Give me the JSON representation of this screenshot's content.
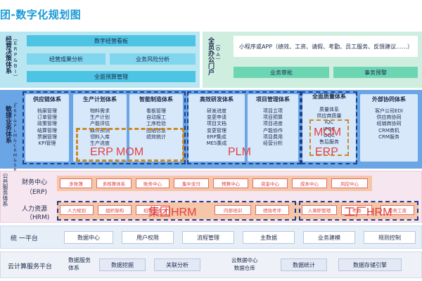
{
  "title": "团-数字化规划图",
  "decision_system": {
    "label": "经营决策体系",
    "sub": "（ERP&BI）",
    "top": "数字经营看板",
    "left": "经营成果分析",
    "right": "业务风险分析",
    "bottom": "全面预算管理"
  },
  "oa_system": {
    "label": "全员办公门户",
    "sub": "（OA）",
    "desc": "小程序或APP（绩效、工资、请假、考勤、员工服务、反馈建议……）",
    "btn1": "业务审批",
    "btn2": "事务预警"
  },
  "agile_system": {
    "label": "敏捷业务体系",
    "sub": "（ERP&PLM&CRM&SRM）",
    "cols": [
      {
        "title": "供应链体系",
        "items": [
          "档案管理",
          "订单管理",
          "政策管理",
          "结算管理",
          "票据管理",
          "KPI管理"
        ]
      },
      {
        "title": "生产计划体系",
        "items": [
          "物料需求",
          "生产计划",
          "产能评估",
          "缺件预测",
          "领料入库",
          "生产进度"
        ]
      },
      {
        "title": "智能制造体系",
        "items": [
          "看板管理",
          "自动报工",
          "工序检验",
          "图纸信息",
          "绩效统计"
        ]
      },
      {
        "title": "高效研发体系",
        "items": [
          "研发进度",
          "变更申请",
          "项目文档",
          "变更管理",
          "ERP集成",
          "MES集成"
        ]
      },
      {
        "title": "项目管理体系",
        "items": [
          "项目立项",
          "项目预算",
          "项目进度",
          "产能协作",
          "项目费用",
          "经营分析"
        ]
      },
      {
        "title": "全面质量体系",
        "items": [
          "质量体系",
          "供应商质量",
          "IQC",
          "IPQC",
          "OQC",
          "售后服务"
        ]
      },
      {
        "title": "外部协同体系",
        "items": [
          "客户公司EDI",
          "供应商协同",
          "经销商协同",
          "CRM商机",
          "CRM服务"
        ]
      }
    ],
    "overlay_erp_mom": "ERP MOM",
    "overlay_plm": "PLM",
    "overlay_mom": "MOM",
    "overlay_erp": "ERP"
  },
  "public_service": {
    "label": "公共服务体系",
    "finance_label": "财务中心",
    "finance_sub": "（ERP)",
    "finance_items": [
      "多账簿",
      "多核算体系",
      "账务中心",
      "集中支付",
      "预算中心",
      "资金中心",
      "成本中心",
      "风控中心"
    ],
    "hr_label": "人力资源",
    "hr_sub": "（HRM)",
    "hr_items_left": [
      "人力规划",
      "组织架构",
      "招聘管理",
      "内部培训",
      "绩效考评"
    ],
    "hr_items_right": [
      "入离职管理",
      "考勤",
      "劳务工资"
    ],
    "overlay_group_hrm": "集团HRM",
    "overlay_factory_hrm": "工厂HRM"
  },
  "unified_platform": {
    "label": "统 一平台",
    "items": [
      "数据中心",
      "用户权限",
      "流程管理",
      "主数据",
      "业务建模",
      "规则控制"
    ]
  },
  "cloud": {
    "label": "云计算服务平台",
    "data_service": "数据服务\n体系",
    "item1": "数据挖掘",
    "item2": "关联分析",
    "middle": "云数据中心\n数据仓库",
    "item3": "数据统计",
    "item4": "数据存储引擎"
  },
  "colors": {
    "title": "#1a9ad6",
    "overlay_red": "#e0413f",
    "dash_blue": "#1b3f8f",
    "dash_orange": "#c88a24"
  }
}
